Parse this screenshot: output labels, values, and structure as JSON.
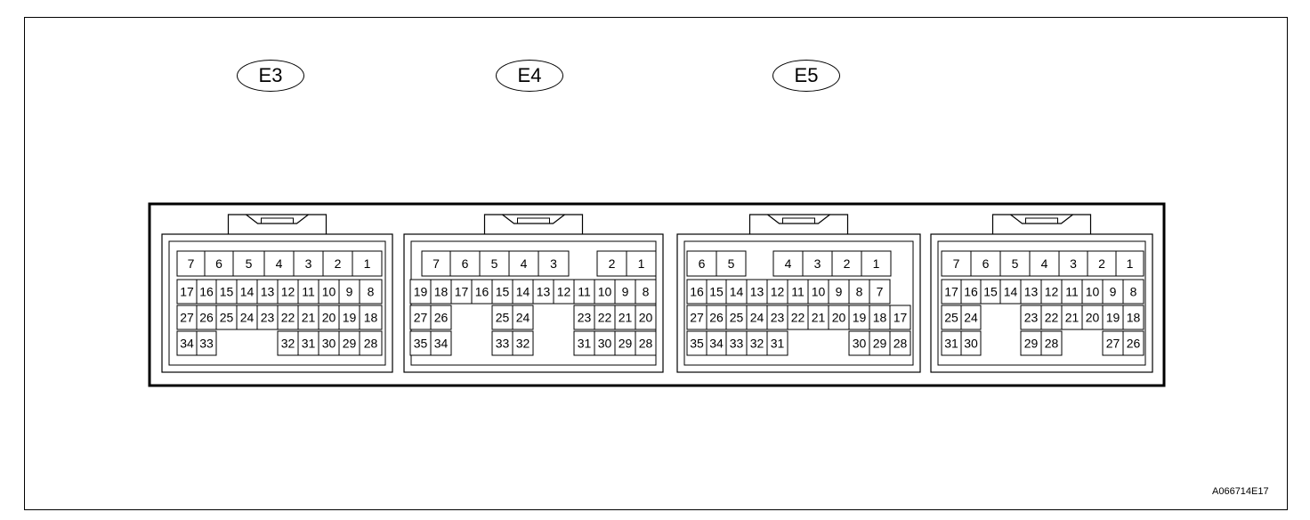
{
  "labels": {
    "e3": "E3",
    "e4": "E4",
    "e5": "E5"
  },
  "reference_code": "A066714E17",
  "connectors": [
    {
      "name": "E3",
      "rows": [
        [
          "7",
          "6",
          "5",
          "4",
          "3",
          "2",
          "1"
        ],
        [
          "17",
          "16",
          "15",
          "14",
          "13",
          "12",
          "11",
          "10",
          "9",
          "8"
        ],
        [
          "27",
          "26",
          "25",
          "24",
          "23",
          "22",
          "21",
          "20",
          "19",
          "18"
        ],
        [
          "34",
          "33",
          "32",
          "31",
          "30",
          "29",
          "28"
        ]
      ]
    },
    {
      "name": "E4",
      "rows": [
        [
          "7",
          "6",
          "5",
          "4",
          "3",
          "2",
          "1"
        ],
        [
          "19",
          "18",
          "17",
          "16",
          "15",
          "14",
          "13",
          "12",
          "11",
          "10",
          "9",
          "8"
        ],
        [
          "27",
          "26",
          "25",
          "24",
          "23",
          "22",
          "21",
          "20"
        ],
        [
          "35",
          "34",
          "33",
          "32",
          "31",
          "30",
          "29",
          "28"
        ]
      ]
    },
    {
      "name": "E5",
      "rows": [
        [
          "6",
          "5",
          "4",
          "3",
          "2",
          "1"
        ],
        [
          "16",
          "15",
          "14",
          "13",
          "12",
          "11",
          "10",
          "9",
          "8",
          "7"
        ],
        [
          "27",
          "26",
          "25",
          "24",
          "23",
          "22",
          "21",
          "20",
          "19",
          "18",
          "17"
        ],
        [
          "35",
          "34",
          "33",
          "32",
          "31",
          "30",
          "29",
          "28"
        ]
      ]
    },
    {
      "name": "",
      "rows": [
        [
          "7",
          "6",
          "5",
          "4",
          "3",
          "2",
          "1"
        ],
        [
          "17",
          "16",
          "15",
          "14",
          "13",
          "12",
          "11",
          "10",
          "9",
          "8"
        ],
        [
          "25",
          "24",
          "23",
          "22",
          "21",
          "20",
          "19",
          "18"
        ],
        [
          "31",
          "30",
          "29",
          "28",
          "27",
          "26"
        ]
      ]
    }
  ]
}
